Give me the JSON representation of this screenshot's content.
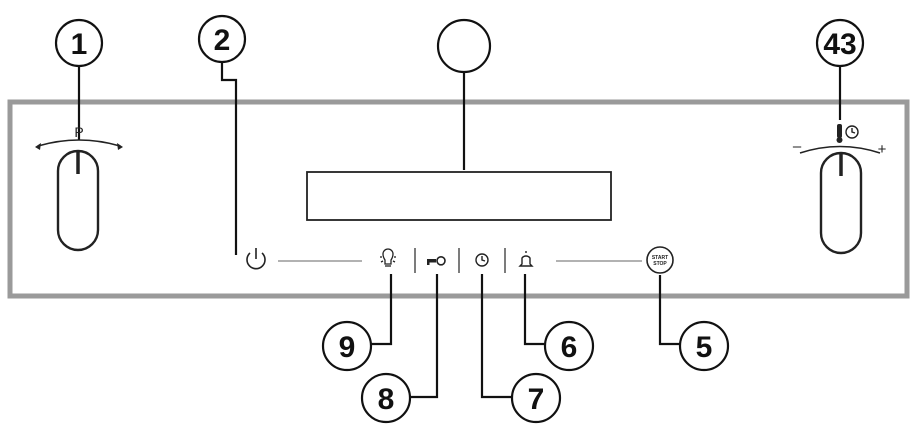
{
  "panel": {
    "program_knob_label": "P",
    "temp_knob_minus": "–",
    "temp_knob_plus": "+",
    "start_stop_line1": "START",
    "start_stop_line2": "STOP"
  },
  "callouts": {
    "c1": "1",
    "c2": "2",
    "c3": "",
    "c4": "43",
    "c5": "5",
    "c6": "6",
    "c7": "7",
    "c8": "8",
    "c9": "9"
  }
}
